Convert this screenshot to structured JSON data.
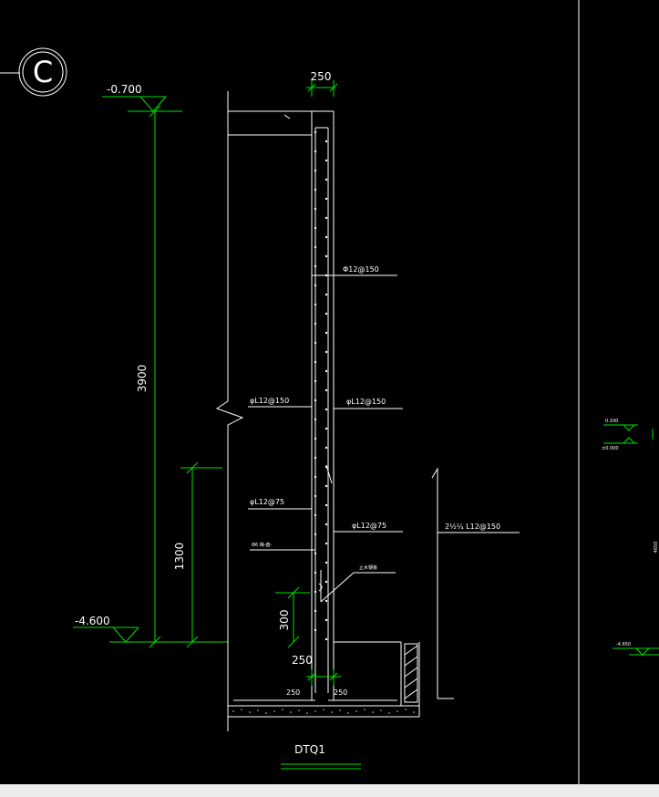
{
  "axis_label": "C",
  "levels": {
    "top": "-0.700",
    "bottom": "-4.600"
  },
  "dimensions": {
    "wall_thickness_top": "250",
    "total_height": "3900",
    "lower_height": "1300",
    "kicker_height": "300",
    "base_thickness": "250",
    "base_left": "250",
    "base_right": "250"
  },
  "rebar": {
    "outer_vertical": "Φ12@150",
    "inner_left_upper": "φL12@150",
    "inner_right_upper": "φL12@150",
    "inner_left_lower": "φL12@75",
    "inner_right_lower": "φL12@75",
    "tie": "Φ6 梅-盘-",
    "waterstop": "止水钢板",
    "side_note": "2½¼ L12@150"
  },
  "right_panel": {
    "level_top": "0.100",
    "level_zero": "±0.000",
    "level_low": "-4.650",
    "dim": "4650"
  },
  "drawing_title": "DTQ1"
}
